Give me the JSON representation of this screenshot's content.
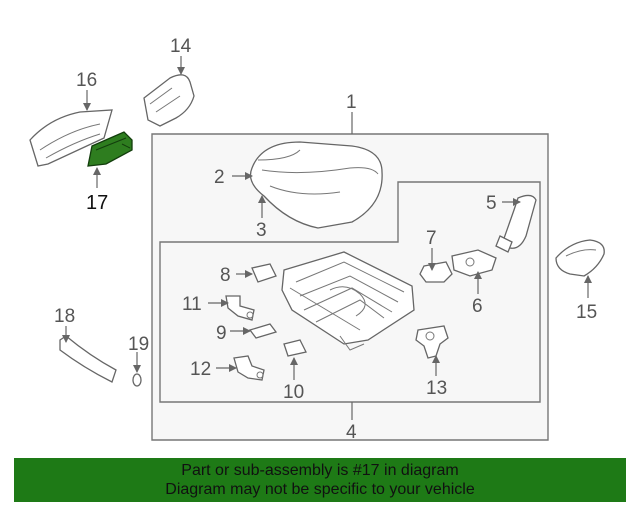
{
  "callouts": {
    "c1": "1",
    "c2": "2",
    "c3": "3",
    "c4": "4",
    "c5": "5",
    "c6": "6",
    "c7": "7",
    "c8": "8",
    "c9": "9",
    "c10": "10",
    "c11": "11",
    "c12": "12",
    "c13": "13",
    "c14": "14",
    "c15": "15",
    "c16": "16",
    "c17": "17",
    "c18": "18",
    "c19": "19"
  },
  "highlight": {
    "part_number": "17",
    "color": "#2e7d1f"
  },
  "footer": {
    "line1": "Part or sub-assembly is #17 in diagram",
    "line2": "Diagram may not be specific to your vehicle",
    "background": "#1e7a16"
  }
}
